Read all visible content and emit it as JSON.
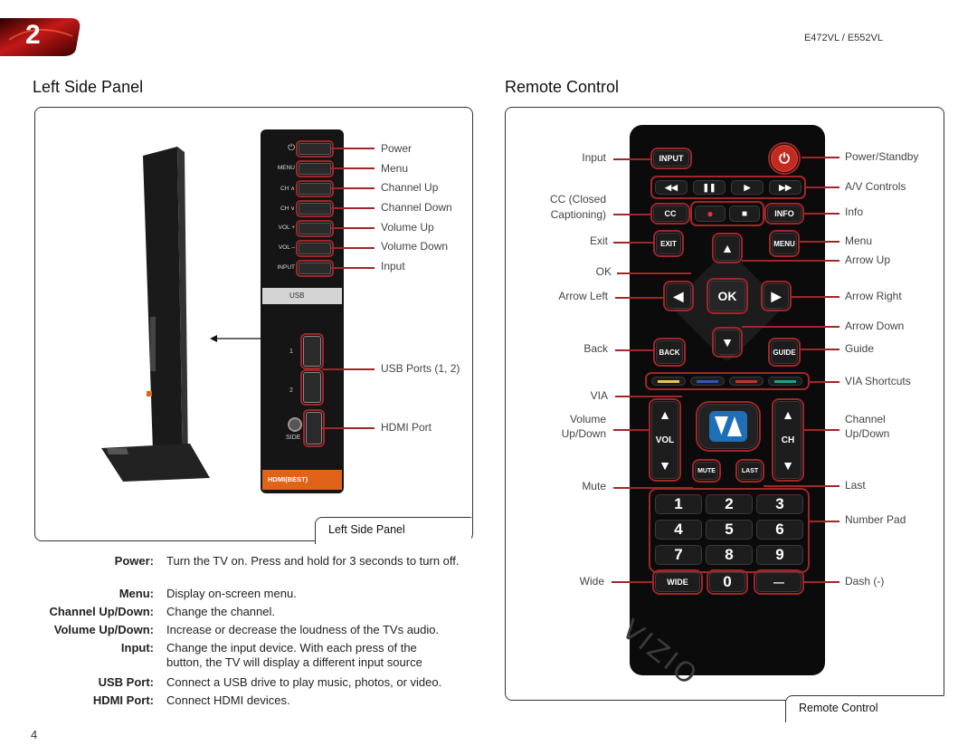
{
  "header": {
    "chapter_number": "2",
    "model": "E472VL / E552VL"
  },
  "left": {
    "title": "Left Side Panel",
    "caption": "Left Side Panel",
    "side_labels": [
      "Power",
      "Menu",
      "Channel Up",
      "Channel Down",
      "Volume Up",
      "Volume Down",
      "Input",
      "USB Ports (1, 2)",
      "HDMI Port"
    ],
    "panel_button_labels": [
      "⏻",
      "MENU",
      "CH ∧",
      "CH ∨",
      "VOL +",
      "VOL –",
      "INPUT"
    ],
    "panel_usb_label": "USB",
    "panel_usb_numbers": [
      "1",
      "2"
    ],
    "panel_side_label": "SIDE",
    "panel_hdmi_label": "HDMI(BEST)",
    "descriptions": [
      {
        "term": "Power:",
        "text": "Turn the TV on. Press and hold for 3 seconds to turn off."
      },
      {
        "term": "Menu:",
        "text": "Display on-screen menu."
      },
      {
        "term": "Channel Up/Down:",
        "text": "Change the channel."
      },
      {
        "term": "Volume Up/Down:",
        "text": "Increase or decrease the loudness of the TVs audio."
      },
      {
        "term": "Input:",
        "text": "Change the input device. With each press of the button, the TV will display a different input source"
      },
      {
        "term": "USB Port:",
        "text": "Connect a USB drive to play music, photos, or video."
      },
      {
        "term": "HDMI Port:",
        "text": "Connect HDMI devices."
      }
    ]
  },
  "right": {
    "title": "Remote Control",
    "caption": "Remote Control",
    "left_labels": {
      "input": "Input",
      "cc": "CC (Closed\nCaptioning)",
      "exit": "Exit",
      "ok": "OK",
      "arrow_left": "Arrow Left",
      "back": "Back",
      "via": "VIA",
      "volume": "Volume\nUp/Down",
      "mute": "Mute",
      "wide": "Wide"
    },
    "right_labels": {
      "power": "Power/Standby",
      "av": "A/V Controls",
      "info": "Info",
      "menu": "Menu",
      "arrow_up": "Arrow Up",
      "arrow_right": "Arrow Right",
      "arrow_down": "Arrow Down",
      "guide": "Guide",
      "via_shortcuts": "VIA Shortcuts",
      "channel": "Channel\nUp/Down",
      "last": "Last",
      "number_pad": "Number Pad",
      "dash": "Dash (-)"
    },
    "buttons": {
      "input": "INPUT",
      "cc": "CC",
      "info": "INFO",
      "exit": "EXIT",
      "menu": "MENU",
      "ok": "OK",
      "back": "BACK",
      "guide": "GUIDE",
      "vol": "VOL",
      "ch": "CH",
      "mute": "MUTE",
      "last": "LAST",
      "wide": "WIDE",
      "dash": "—",
      "numbers": [
        "1",
        "2",
        "3",
        "4",
        "5",
        "6",
        "7",
        "8",
        "9"
      ],
      "zero": "0",
      "brand": "VIZIO"
    },
    "icons": {
      "power": "power-icon",
      "rewind": "rewind-icon",
      "pause": "pause-icon",
      "play": "play-icon",
      "ffwd": "fast-forward-icon",
      "record": "record-icon",
      "stop": "stop-icon"
    },
    "shortcut_colors": [
      "#e6c84a",
      "#2f57b8",
      "#c8322a",
      "#1aa58a"
    ]
  },
  "footer": {
    "page_number": "4"
  },
  "colors": {
    "accent": "#a0262a"
  }
}
